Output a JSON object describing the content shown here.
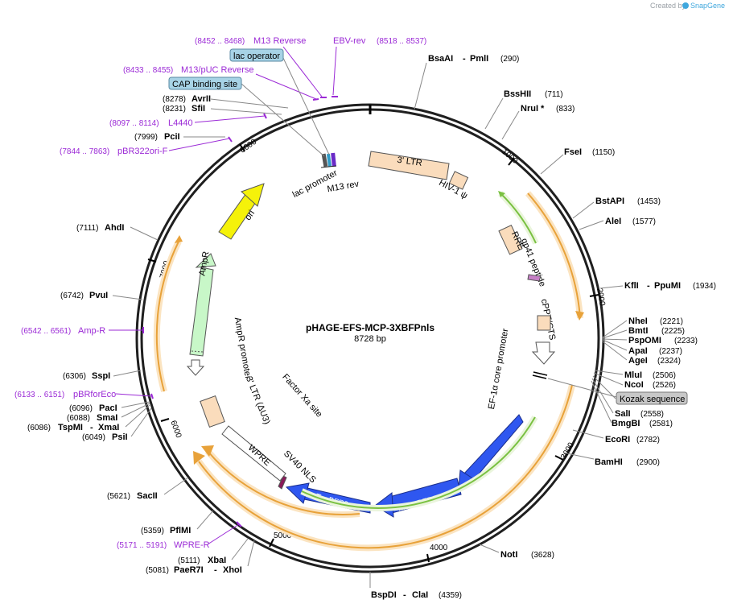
{
  "watermark": {
    "created_by": "Created by",
    "brand": "SnapGene"
  },
  "plasmid": {
    "name": "pHAGE-EFS-MCP-3XBFPnls",
    "length": "8728 bp"
  },
  "tick_labels": [
    "1000",
    "2000",
    "3000",
    "4000",
    "5000",
    "6000",
    "7000",
    "8000"
  ],
  "right_sites": [
    {
      "name": "BsaAI",
      "name2": "PmlI",
      "pos": "(290)"
    },
    {
      "name": "BssHII",
      "pos": "(711)"
    },
    {
      "name": "NruI *",
      "pos": "(833)"
    },
    {
      "name": "FseI",
      "pos": "(1150)"
    },
    {
      "name": "BstAPI",
      "pos": "(1453)"
    },
    {
      "name": "AleI",
      "pos": "(1577)"
    },
    {
      "name": "KflI",
      "name2": "PpuMI",
      "pos": "(1934)"
    },
    {
      "name": "NheI",
      "pos": "(2221)"
    },
    {
      "name": "BmtI",
      "pos": "(2225)"
    },
    {
      "name": "PspOMI",
      "pos": "(2233)"
    },
    {
      "name": "ApaI",
      "pos": "(2237)"
    },
    {
      "name": "AgeI",
      "pos": "(2324)"
    },
    {
      "name": "MluI",
      "pos": "(2506)"
    },
    {
      "name": "NcoI",
      "pos": "(2526)"
    },
    {
      "name": "SalI",
      "pos": "(2558)"
    },
    {
      "name": "BmgBI",
      "pos": "(2581)"
    },
    {
      "name": "EcoRI",
      "pos": "(2782)"
    },
    {
      "name": "BamHI",
      "pos": "(2900)"
    },
    {
      "name": "NotI",
      "pos": "(3628)"
    },
    {
      "name": "BspDI",
      "name2": "ClaI",
      "pos": "(4359)"
    }
  ],
  "left_sites": [
    {
      "name": "AvrII",
      "pos": "(8278)"
    },
    {
      "name": "SfiI",
      "pos": "(8231)"
    },
    {
      "name": "PciI",
      "pos": "(7999)"
    },
    {
      "name": "AhdI",
      "pos": "(7111)"
    },
    {
      "name": "PvuI",
      "pos": "(6742)"
    },
    {
      "name": "SspI",
      "pos": "(6306)"
    },
    {
      "name": "PacI",
      "pos": "(6096)"
    },
    {
      "name": "SmaI",
      "pos": "(6088)"
    },
    {
      "name": "TspMI",
      "name2": "XmaI",
      "pos": "(6086)"
    },
    {
      "name": "PsiI",
      "pos": "(6049)"
    },
    {
      "name": "SacII",
      "pos": "(5621)"
    },
    {
      "name": "PflMI",
      "pos": "(5359)"
    },
    {
      "name": "XbaI",
      "pos": "(5111)"
    },
    {
      "name": "PaeR7I",
      "name2": "XhoI",
      "pos": "(5081)"
    }
  ],
  "primers": [
    {
      "name": "M13 Reverse",
      "pos": "(8452 .. 8468)"
    },
    {
      "name": "EBV-rev",
      "pos": "(8518 .. 8537)"
    },
    {
      "name": "M13/pUC Reverse",
      "pos": "(8433 .. 8455)"
    },
    {
      "name": "L4440",
      "pos": "(8097 .. 8114)"
    },
    {
      "name": "pBR322ori-F",
      "pos": "(7844 .. 7863)"
    },
    {
      "name": "Amp-R",
      "pos": "(6542 .. 6561)"
    },
    {
      "name": "pBRforEco",
      "pos": "(6133 .. 6151)"
    },
    {
      "name": "WPRE-R",
      "pos": "(5171 .. 5191)"
    }
  ],
  "boxed_labels": {
    "lac_operator": "lac operator",
    "cap_binding_site": "CAP binding site",
    "kozak_sequence": "Kozak sequence"
  },
  "features": {
    "ltr5": "3' LTR",
    "hiv_psi": "HIV-1 ψ",
    "rre": "RRE",
    "gp41": "gp41 peptide",
    "cppt": "cPPT/CTS",
    "ef1a": "EF-1α core promoter",
    "mtag1": "mTagBFP2",
    "mtag2": "mTagBFP2",
    "mtag3": "mTagBFP2",
    "sv40": "SV40 NLS",
    "wpre": "WPRE",
    "factor_xa": "Factor Xa site",
    "ltr3": "3' LTR (ΔU3)",
    "ampr_promoter": "AmpR promoter",
    "ampr": "AmpR",
    "ori": "ori",
    "lac_promoter": "lac promoter",
    "m13rev": "M13 rev"
  },
  "colors": {
    "backbone": "#1f1f1f",
    "primer": "#9b2ad6",
    "blue_cds": "#2f57f0",
    "ori": "#f5f20a",
    "ampr": "#c8f7c8",
    "ltr": "#fadcbc",
    "orange_arc": "#e8a23a",
    "green_arc": "#7ac142",
    "box_blue": "#a7d3e6",
    "box_gray": "#c8c8c8"
  }
}
